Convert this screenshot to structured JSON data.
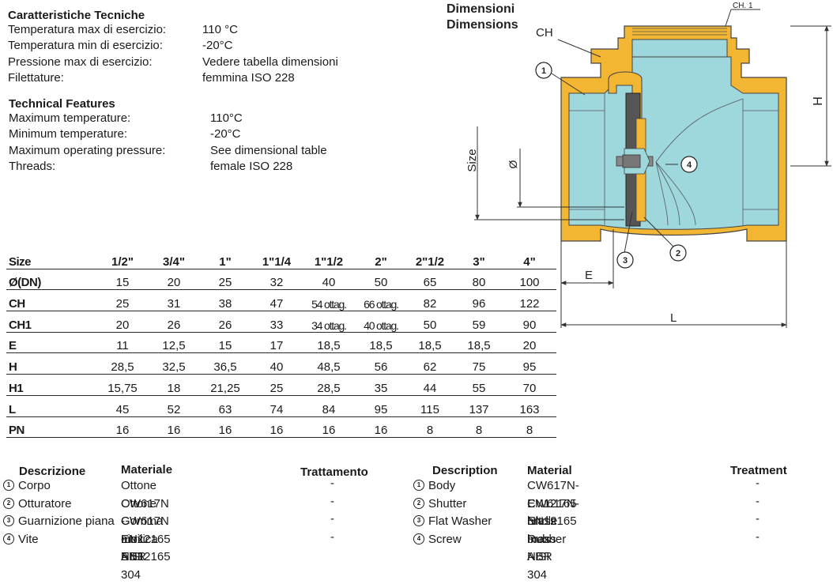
{
  "specs_it": {
    "title": "Caratteristiche Tecniche",
    "rows": [
      {
        "label": "Temperatura max di esercizio:",
        "value": "110 °C"
      },
      {
        "label": "Temperatura min di esercizio:",
        "value": "-20°C"
      },
      {
        "label": "Pressione max di esercizio:",
        "value": "Vedere tabella dimensioni"
      },
      {
        "label": "Filettature:",
        "value": "femmina ISO 228"
      }
    ]
  },
  "specs_en": {
    "title": "Technical Features",
    "rows": [
      {
        "label": "Maximum temperature:",
        "value": "110°C"
      },
      {
        "label": "Minimum temperature:",
        "value": "-20°C"
      },
      {
        "label": "Maximum operating pressure:",
        "value": "See dimensional table"
      },
      {
        "label": "Threads:",
        "value": "female ISO 228"
      }
    ]
  },
  "diagram": {
    "title_it": "Dimensioni",
    "title_en": "Dimensions",
    "labels": {
      "ch1": "CH. 1",
      "ch": "CH",
      "h": "H",
      "size": "Size",
      "dn": "Ø",
      "e": "E",
      "l": "L",
      "c1": "1",
      "c2": "2",
      "c3": "3",
      "c4": "4"
    },
    "colors": {
      "brass": "#f2b632",
      "body": "#9fd8dc",
      "dark": "#333333"
    }
  },
  "dim_table": {
    "header": [
      "Size",
      "1/2\"",
      "3/4\"",
      "1\"",
      "1\"1/4",
      "1\"1/2",
      "2\"",
      "2\"1/2",
      "3\"",
      "4\""
    ],
    "rows": [
      [
        "Ø(DN)",
        "15",
        "20",
        "25",
        "32",
        "40",
        "50",
        "65",
        "80",
        "100"
      ],
      [
        "CH",
        "25",
        "31",
        "38",
        "47",
        "54 ottag.",
        "66 ottag.",
        "82",
        "96",
        "122"
      ],
      [
        "CH1",
        "20",
        "26",
        "26",
        "33",
        "34 ottag.",
        "40 ottag.",
        "50",
        "59",
        "90"
      ],
      [
        "E",
        "11",
        "12,5",
        "15",
        "17",
        "18,5",
        "18,5",
        "18,5",
        "18,5",
        "20"
      ],
      [
        "H",
        "28,5",
        "32,5",
        "36,5",
        "40",
        "48,5",
        "56",
        "62",
        "75",
        "95"
      ],
      [
        "H1",
        "15,75",
        "18",
        "21,25",
        "25",
        "28,5",
        "35",
        "44",
        "55",
        "70"
      ],
      [
        "L",
        "45",
        "52",
        "63",
        "74",
        "84",
        "95",
        "115",
        "137",
        "163"
      ],
      [
        "PN",
        "16",
        "16",
        "16",
        "16",
        "16",
        "16",
        "8",
        "8",
        "8"
      ]
    ]
  },
  "materials_it": {
    "headers": {
      "desc": "Descrizione",
      "mat": "Materiale",
      "treat": "Trattamento"
    },
    "rows": [
      {
        "num": "1",
        "desc": "Corpo",
        "mat": "Ottone CW617N - EN12165",
        "treat": "-"
      },
      {
        "num": "2",
        "desc": "Otturatore",
        "mat": "Ottone CW617N - EN12165",
        "treat": "-"
      },
      {
        "num": "3",
        "desc": "Guarnizione piana",
        "mat": "Gomma nitrilica NBR",
        "treat": "-"
      },
      {
        "num": "4",
        "desc": "Vite",
        "mat": "Inox AISI 304",
        "treat": "-"
      }
    ]
  },
  "materials_en": {
    "headers": {
      "desc": "Description",
      "mat": "Material",
      "treat": "Treatment"
    },
    "rows": [
      {
        "num": "1",
        "desc": "Body",
        "mat": "CW617N-EN12165 brass",
        "treat": "-"
      },
      {
        "num": "2",
        "desc": "Shutter",
        "mat": "CW617N-EN12165 brass",
        "treat": "-"
      },
      {
        "num": "3",
        "desc": "Flat Washer",
        "mat": "Nitrile Rubber NBR",
        "treat": "-"
      },
      {
        "num": "4",
        "desc": "Screw",
        "mat": "Inox AISI 304",
        "treat": "-"
      }
    ]
  }
}
